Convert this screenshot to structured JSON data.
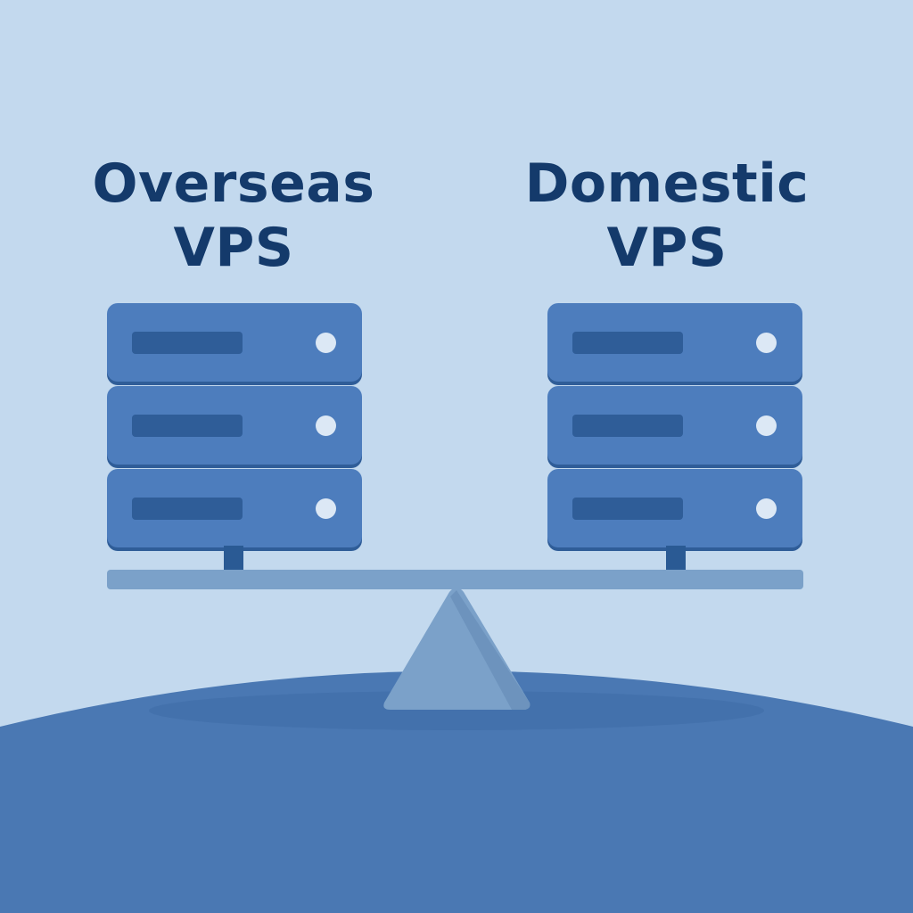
{
  "left_label": {
    "line1": "Overseas",
    "line2": "VPS"
  },
  "right_label": {
    "line1": "Domestic",
    "line2": "VPS"
  },
  "server_units_per_stack": 3,
  "colors": {
    "background": "#c3d9ee",
    "text": "#143a6b",
    "server": "#4d7dbd",
    "server_slot": "#2f5d98",
    "led": "#dce8f5",
    "beam": "#7ba1c9",
    "ground": "#4a78b3"
  },
  "icons": [
    "server-stack-icon",
    "seesaw-icon",
    "fulcrum-icon"
  ]
}
